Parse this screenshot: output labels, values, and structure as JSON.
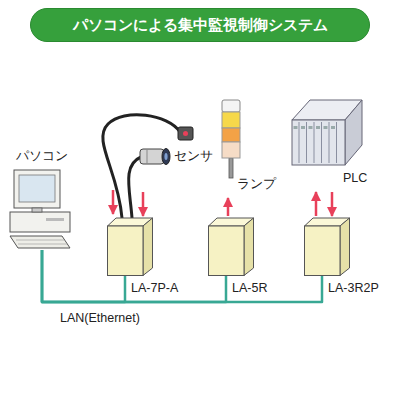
{
  "diagram": {
    "title": "パソコンによる集中監視制御システム",
    "nodes": [
      {
        "text": [
          "パソコン"
        ]
      },
      {
        "text": [
          "センサ"
        ]
      },
      {
        "text": [
          "ランプ"
        ]
      },
      {
        "text": [
          "PLC"
        ]
      },
      {
        "text": [
          "LA-7P-A"
        ]
      },
      {
        "text": [
          "LA-5R"
        ]
      },
      {
        "text": [
          "LA-3R2P"
        ]
      }
    ],
    "edges": [
      {
        "from": 0,
        "to": 4,
        "arrow": "none"
      },
      {
        "from": 0,
        "to": 5,
        "arrow": "none"
      },
      {
        "from": 0,
        "to": 6,
        "arrow": "none"
      },
      {
        "from": 1,
        "to": 4,
        "arrow": "to"
      },
      {
        "from": 5,
        "to": 2,
        "arrow": "to"
      },
      {
        "from": 6,
        "to": 3,
        "arrow": "both"
      }
    ],
    "labels": [
      "LAN(Ethernet)"
    ]
  }
}
